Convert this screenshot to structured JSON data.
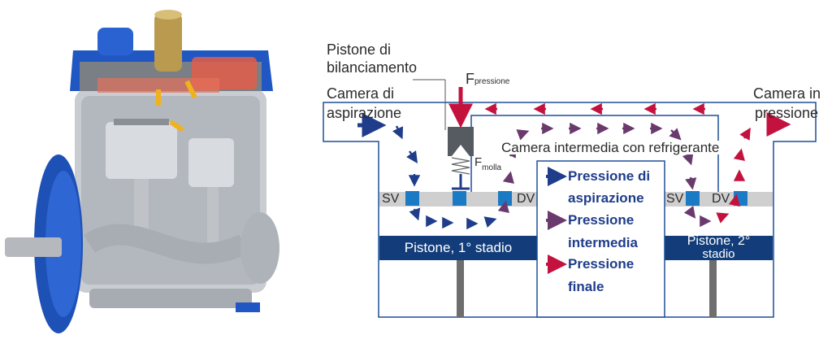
{
  "colors": {
    "suction": "#1f3d8a",
    "intermediate": "#6a3a6e",
    "final": "#c4123f",
    "valve": "#1a7bc4",
    "piston": "#123d7a",
    "outline": "#1f4e99",
    "rod": "#6e6e6e",
    "plate": "#cfcfcf"
  },
  "labels": {
    "pistone_di": "Pistone di",
    "bilanciamento": "bilanciamento",
    "camera_di": "Camera di",
    "aspirazione": "aspirazione",
    "camera_in": "Camera in",
    "pressione": "pressione",
    "f_main": "F",
    "f_pressione_sub": "pressione",
    "f_molla_sub": "molla",
    "camera_intermedia": "Camera intermedia con refrigerante",
    "sv_left": "SV",
    "dv_left": "DV",
    "sv_right": "SV",
    "dv_right": "DV",
    "piston1": "Pistone, 1° stadio",
    "piston2_line1": "Pistone, 2°",
    "piston2_line2": "stadio"
  },
  "legend": {
    "items": [
      {
        "line1": "Pressione di",
        "line2": "aspirazione",
        "color": "#1f3d8a"
      },
      {
        "line1": "Pressione",
        "line2": "intermedia",
        "color": "#6a3a6e"
      },
      {
        "line1": "Pressione",
        "line2": "finale",
        "color": "#c4123f"
      }
    ]
  },
  "icons": {
    "compressor": "compressor-cutaway-icon",
    "arrow": "flow-arrow-icon"
  }
}
